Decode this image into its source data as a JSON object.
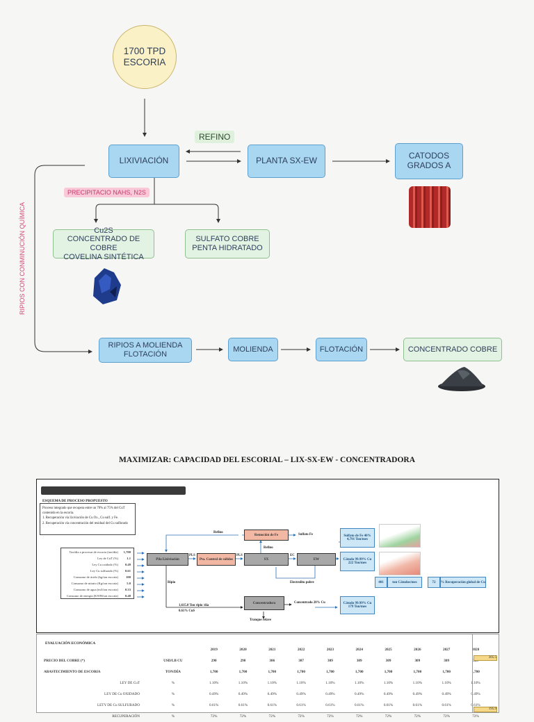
{
  "flow": {
    "source": "1700 TPD\nESCORIA",
    "refino": "REFINO",
    "lixiviacion": "LIXIVIACIÓN",
    "planta": "PLANTA SX-EW",
    "catodos": "CATODOS\nGRADOS A",
    "precipitacio": "PRECIPITACIO NAHS, N2S",
    "cu2s": "Cu2S\nCONCENTRADO DE COBRE\nCOVELINA SINTÉTICA",
    "sulfato": "SULFATO COBRE\nPENTA HIDRATADO",
    "ripios_label": "RIPIOS CON CONMINUCIÓN QUÍMICA",
    "ripios": "RIPIOS A MOLIENDA\nFLOTACIÓN",
    "molienda": "MOLIENDA",
    "flotacion": "FLOTACIÓN",
    "concentrado": "CONCENTRADO COBRE"
  },
  "colors": {
    "blue_box": "#a9d7f2",
    "green_box": "#e3f3e3",
    "circle": "#fbf1c6",
    "pink": "#d24a7c"
  },
  "section_title": "MAXIMIZAR: CAPACIDAD DEL ESCORIAL – LIX-SX-EW - CONCENTRADORA",
  "scheme": {
    "header": "ESQUEMA DE PROCESO PROPUESTO",
    "desc": "Proceso integrado que recupera entre un 70% al 75% del CuT contenido en la escoria.\n1. Recuperación vía lixiviación de Cu Ox., Cu sulf. y Fe.\n2. Recuperación vía concentración del residual del Cu sulfurado",
    "params": [
      {
        "label": "Ton/día a procesar de escoria (ton/día)",
        "value": "1,700"
      },
      {
        "label": "Ley de CuT (%)",
        "value": "1.1"
      },
      {
        "label": "Ley Cu oxidado (%)",
        "value": "0.49"
      },
      {
        "label": "Ley Cu sulfurado (%)",
        "value": "0.61"
      },
      {
        "label": "Consumo de ácido (kg/ton escoria)",
        "value": "100"
      },
      {
        "label": "Consumo de nitrato (Kg/ton escoria)",
        "value": "5.0"
      },
      {
        "label": "Consumo de agua (m3/ton escoria)",
        "value": "0.33"
      },
      {
        "label": "Consumo de energía (KWH/ton escoria)",
        "value": "0.48"
      }
    ],
    "refino": "Refino",
    "remocion_fe": "Remoción de Fe",
    "sulfato_fe": "Sulfato Fe",
    "refino2": "Refino",
    "pila": "Pila Lixiviación",
    "pls1": "PLS",
    "control_solidos": "Pta. Control de sólidos",
    "pls2": "PLS",
    "sx": "SX",
    "ec": "EC",
    "ew": "EW",
    "electrolito": "Electrolito pobre",
    "sulfato_fe_box": "Sulfato de Fe 40%\n4,791 Ton/mes",
    "catodo1": "Cátodo 99.99% Cu\n222 Ton/mes",
    "ripio": "Ripio",
    "ripio_ton": "1,615.0  Ton ripio /día\n0.61% CuS",
    "concentradora": "Concentradora",
    "concentrado_cu": "Concentrado 28% Cu",
    "tranque": "Tranque relave",
    "catodo2": "Cátodo 99.99% Cu\n179 Ton/mes",
    "ton_catodos_value": "401",
    "ton_catodos_label": "ton Cátodos/mes",
    "recuperacion_value": "72",
    "recuperacion_label": "% Recuperación global de Cu"
  },
  "economic": {
    "title": "EVALUACIÓN ECONÓMICA",
    "years": [
      "2019",
      "2020",
      "2021",
      "2022",
      "2023",
      "2024",
      "2025",
      "2026",
      "2027",
      "2028"
    ],
    "rows": [
      {
        "label": "PRECIO DEL COBRE (*)",
        "unit": "USD/LB CU",
        "values": [
          "290",
          "298",
          "306",
          "307",
          "309",
          "309",
          "309",
          "309",
          "309",
          "309"
        ],
        "bold": true
      },
      {
        "label": "ABASTECIMIENTO DE ESCORIA",
        "unit": "TON/DÍA",
        "values": [
          "1,700",
          "1,700",
          "1,700",
          "1,700",
          "1,700",
          "1,700",
          "1,700",
          "1,700",
          "1,700",
          "1,700"
        ],
        "bold": true
      },
      {
        "label": "LEY DE CuT",
        "unit": "%",
        "values": [
          "1.10%",
          "1.10%",
          "1.10%",
          "1.10%",
          "1.10%",
          "1.10%",
          "1.10%",
          "1.10%",
          "1.10%",
          "1.10%"
        ]
      },
      {
        "label": "LEY DE Cu OXIDADO",
        "unit": "%",
        "values": [
          "0.49%",
          "0.49%",
          "0.49%",
          "0.49%",
          "0.49%",
          "0.49%",
          "0.49%",
          "0.49%",
          "0.49%",
          "0.49%"
        ]
      },
      {
        "label": "LETY DE Cu SULFURADO",
        "unit": "%",
        "values": [
          "0.61%",
          "0.61%",
          "0.61%",
          "0.61%",
          "0.61%",
          "0.61%",
          "0.61%",
          "0.61%",
          "0.61%",
          "0.61%"
        ]
      },
      {
        "label": "RECUPERACIÓN",
        "unit": "%",
        "values": [
          "72%",
          "72%",
          "72%",
          "72%",
          "72%",
          "72%",
          "72%",
          "72%",
          "72%",
          "72%"
        ]
      }
    ],
    "side_value_1": "305.5",
    "side_value_2": "195.9"
  }
}
